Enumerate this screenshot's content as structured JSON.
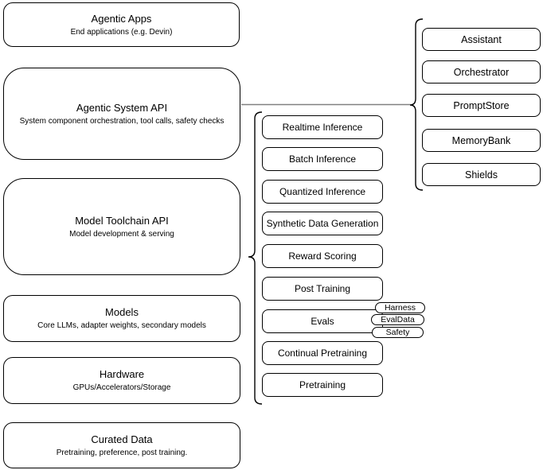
{
  "colors": {
    "node_border": "#000000",
    "node_fill": "#ffffff",
    "text": "#000000",
    "connector_line": "#808080"
  },
  "stack": [
    {
      "title": "Agentic Apps",
      "subtitle": "End applications (e.g. Devin)"
    },
    {
      "title": "Agentic System API",
      "subtitle": "System component orchestration, tool calls, safety checks"
    },
    {
      "title": "Model Toolchain API",
      "subtitle": "Model development & serving"
    },
    {
      "title": "Models",
      "subtitle": "Core LLMs, adapter weights, secondary models"
    },
    {
      "title": "Hardware",
      "subtitle": "GPUs/Accelerators/Storage"
    },
    {
      "title": "Curated Data",
      "subtitle": "Pretraining, preference, post training."
    }
  ],
  "toolchain_capabilities": [
    "Realtime Inference",
    "Batch Inference",
    "Quantized Inference",
    "Synthetic Data Generation",
    "Reward Scoring",
    "Post Training",
    "Evals",
    "Continual Pretraining",
    "Pretraining"
  ],
  "eval_tags": [
    "Harness",
    "EvalData",
    "Safety"
  ],
  "system_components": [
    "Assistant",
    "Orchestrator",
    "PromptStore",
    "MemoryBank",
    "Shields"
  ]
}
